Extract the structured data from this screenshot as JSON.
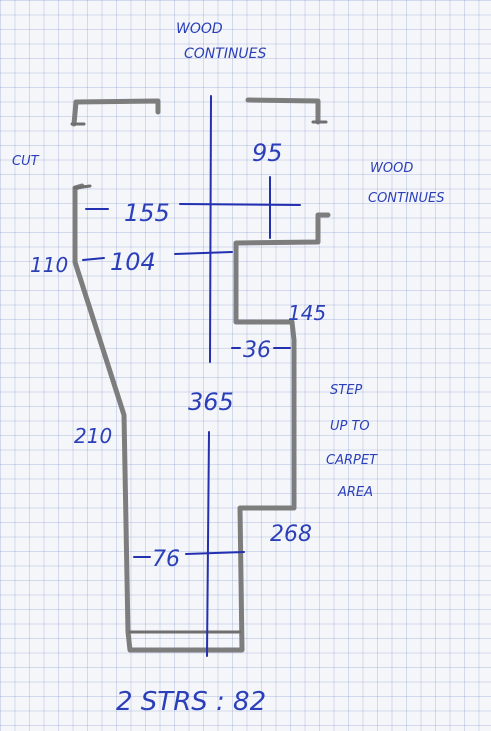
{
  "colors": {
    "ink": "#2b3fb8",
    "pencil": "#7d7d7d",
    "paper": "#f5f6fa"
  },
  "notes": {
    "wood_top_line1": "WOOD",
    "wood_top_line2": "CONTINUES",
    "wood_right_line1": "WOOD",
    "wood_right_line2": "CONTINUES",
    "cut": "CUT",
    "step_line1": "STEP",
    "step_line2": "UP TO",
    "step_line3": "CARPET",
    "step_line4": "AREA",
    "footer": "2 STRS : 82"
  },
  "dimensions": {
    "d95": "95",
    "d155": "155",
    "d104": "104",
    "d110": "110",
    "d145": "145",
    "d36": "36",
    "d365": "365",
    "d210": "210",
    "d268": "268",
    "d76": "76"
  }
}
